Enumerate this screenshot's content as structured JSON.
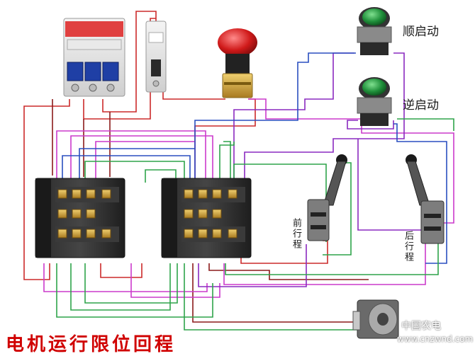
{
  "labels": {
    "forward_start": "顺启动",
    "reverse_start": "逆启动",
    "front_travel": "前行程",
    "rear_travel": "后行程",
    "title": "电机运行限位回程"
  },
  "watermark": {
    "name": "中国农电",
    "url": "www.cnzwnd.com"
  },
  "colors": {
    "red": "#cc2a2a",
    "blue": "#2a4fc0",
    "green": "#2ea44a",
    "magenta": "#cc3acc",
    "purple": "#8a2ac0",
    "darkred": "#8b1a1a",
    "title": "#d00000"
  }
}
